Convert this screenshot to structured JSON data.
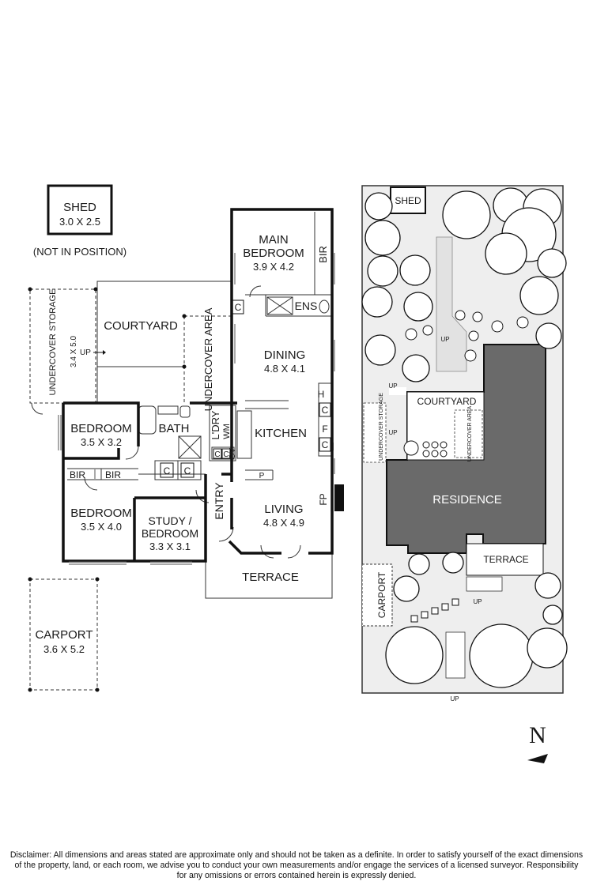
{
  "shed": {
    "title": "SHED",
    "dims": "3.0 X 2.5",
    "note": "(NOT IN POSITION)"
  },
  "floorplan": {
    "courtyard": "COURTYARD",
    "undercover_storage": "UNDERCOVER STORAGE",
    "undercover_storage_dims": "3.4 X 5.0",
    "undercover_area": "UNDERCOVER AREA",
    "up": "UP",
    "main_bedroom": {
      "name_line1": "MAIN",
      "name_line2": "BEDROOM",
      "dims": "3.9 X 4.2"
    },
    "bir": "BIR",
    "ens": "ENS",
    "c": "C",
    "dining": {
      "name": "DINING",
      "dims": "4.8 X 4.1"
    },
    "h": "H",
    "f": "F",
    "kitchen": "KITCHEN",
    "ldry": "L'DRY",
    "wm": "WM",
    "ov": "OV",
    "p": "P",
    "fp": "FP",
    "bedroom1": {
      "name": "BEDROOM",
      "dims": "3.5 X 3.2"
    },
    "bath": "BATH",
    "bedroom2": {
      "name": "BEDROOM",
      "dims": "3.5 X 4.0"
    },
    "study": {
      "name_line1": "STUDY /",
      "name_line2": "BEDROOM",
      "dims": "3.3 X 3.1"
    },
    "entry": "ENTRY",
    "living": {
      "name": "LIVING",
      "dims": "4.8 X 4.9"
    },
    "terrace": "TERRACE",
    "carport": {
      "name": "CARPORT",
      "dims": "3.6 X 5.2"
    }
  },
  "siteplan": {
    "shed": "SHED",
    "courtyard": "COURTYARD",
    "undercover_storage": "UNDERCOVER STORAGE",
    "undercover_area": "UNDERCOVER AREA",
    "residence": "RESIDENCE",
    "terrace": "TERRACE",
    "carport": "CARPORT",
    "up": "UP"
  },
  "compass": {
    "label": "N"
  },
  "disclaimer": {
    "line1": "Disclaimer: All dimensions and areas stated are approximate only and should not be taken as a definite. In order to satisfy yourself of the exact dimensions",
    "line2": "of the property, land, or each room, we advise you to conduct your own measurements and/or engage the services of a licensed surveyor. Responsibility",
    "line3": "for any omissions or errors contained herein is expressly denied."
  }
}
